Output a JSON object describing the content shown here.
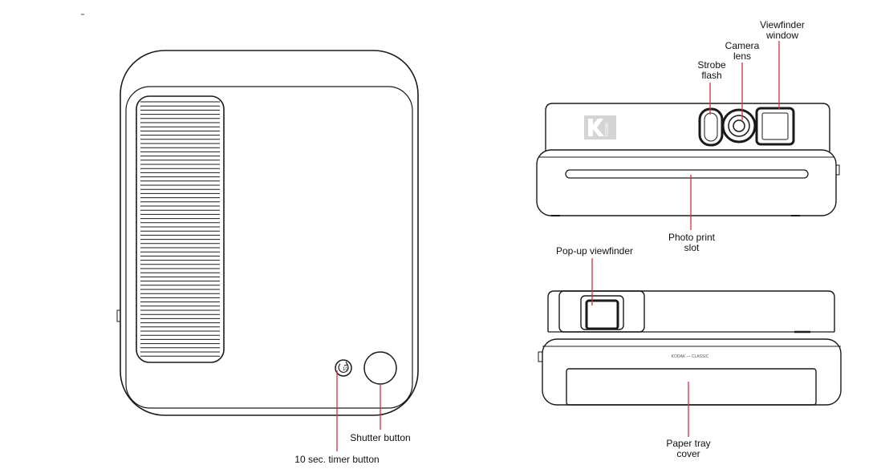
{
  "diagram": {
    "labels": {
      "viewfinder_window": "Viewfinder\nwindow",
      "camera_lens": "Camera\nlens",
      "strobe_flash": "Strobe\nflash",
      "photo_print_slot": "Photo print\nslot",
      "popup_viewfinder": "Pop-up viewfinder",
      "shutter_button": "Shutter button",
      "timer_button": "10 sec. timer button",
      "paper_tray_cover": "Paper tray\ncover"
    },
    "product_marks": {
      "logo_text": "KODAK",
      "body_brand_text": "KODAK — CLASSIC"
    },
    "colors": {
      "line": "#1a1a1a",
      "leader": "#d0353a",
      "label_text": "#111111",
      "logo_fill": "#c8c8c8"
    }
  }
}
